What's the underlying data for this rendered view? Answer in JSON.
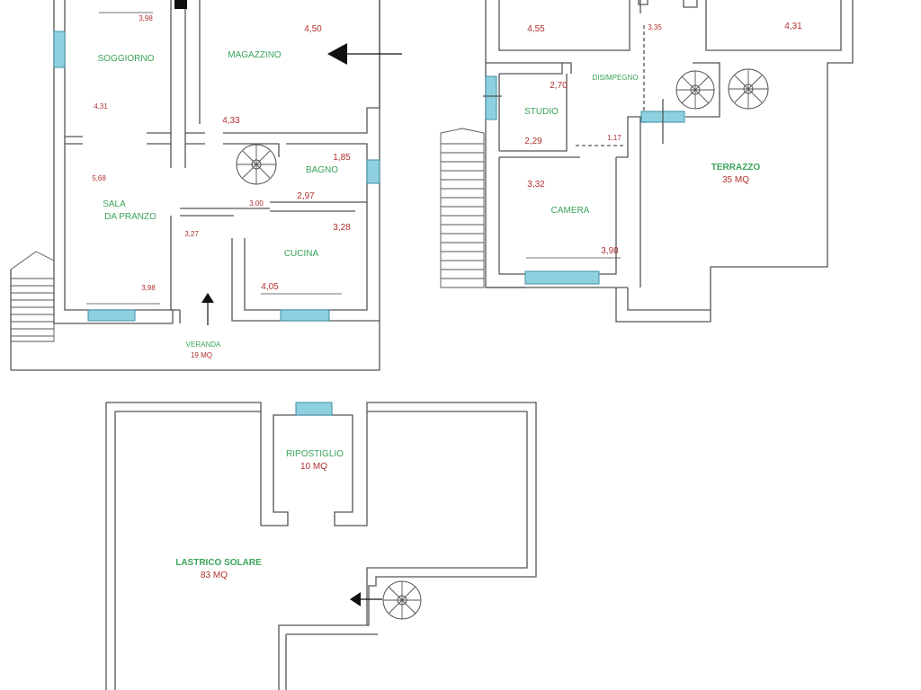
{
  "plan_ground": {
    "rooms": {
      "soggiorno": "SOGGIORNO",
      "magazzino": "MAGAZZINO",
      "sala_1": "SALA",
      "sala_2": "DA PRANZO",
      "bagno": "BAGNO",
      "cucina": "CUCINA",
      "veranda": "VERANDA"
    },
    "areas": {
      "veranda": "19 MQ"
    },
    "dims": {
      "d_398_top": "3,98",
      "d_450": "4,50",
      "d_431": "4,31",
      "d_433": "4,33",
      "d_185": "1,85",
      "d_568": "5,68",
      "d_300": "3,00",
      "d_297": "2,97",
      "d_327": "3,27",
      "d_328": "3,28",
      "d_398_bottom": "3,98",
      "d_405": "4,05"
    }
  },
  "plan_first": {
    "rooms": {
      "disimpegno": "DISIMPEGNO",
      "studio": "STUDIO",
      "camera": "CAMERA",
      "terrazzo": "TERRAZZO"
    },
    "areas": {
      "terrazzo": "35 MQ"
    },
    "dims": {
      "d_455": "4,55",
      "d_335": "3,35",
      "d_431": "4,31",
      "d_270": "2,70",
      "d_229": "2,29",
      "d_117": "1,17",
      "d_332": "3,32",
      "d_398": "3,98"
    }
  },
  "plan_roof": {
    "rooms": {
      "ripostiglio": "RIPOSTIGLIO",
      "lastrico": "LASTRICO SOLARE"
    },
    "areas": {
      "ripostiglio": "10 MQ",
      "lastrico": "83 MQ"
    }
  },
  "icons": [
    "spiral-stair-icon",
    "arrow-left-icon",
    "arrow-up-icon",
    "window-icon",
    "staircase-icon"
  ],
  "colors": {
    "room_label": "#3aa35a",
    "dimension": "#b03030",
    "window": "#8fd0e0",
    "wall": "#555555"
  }
}
